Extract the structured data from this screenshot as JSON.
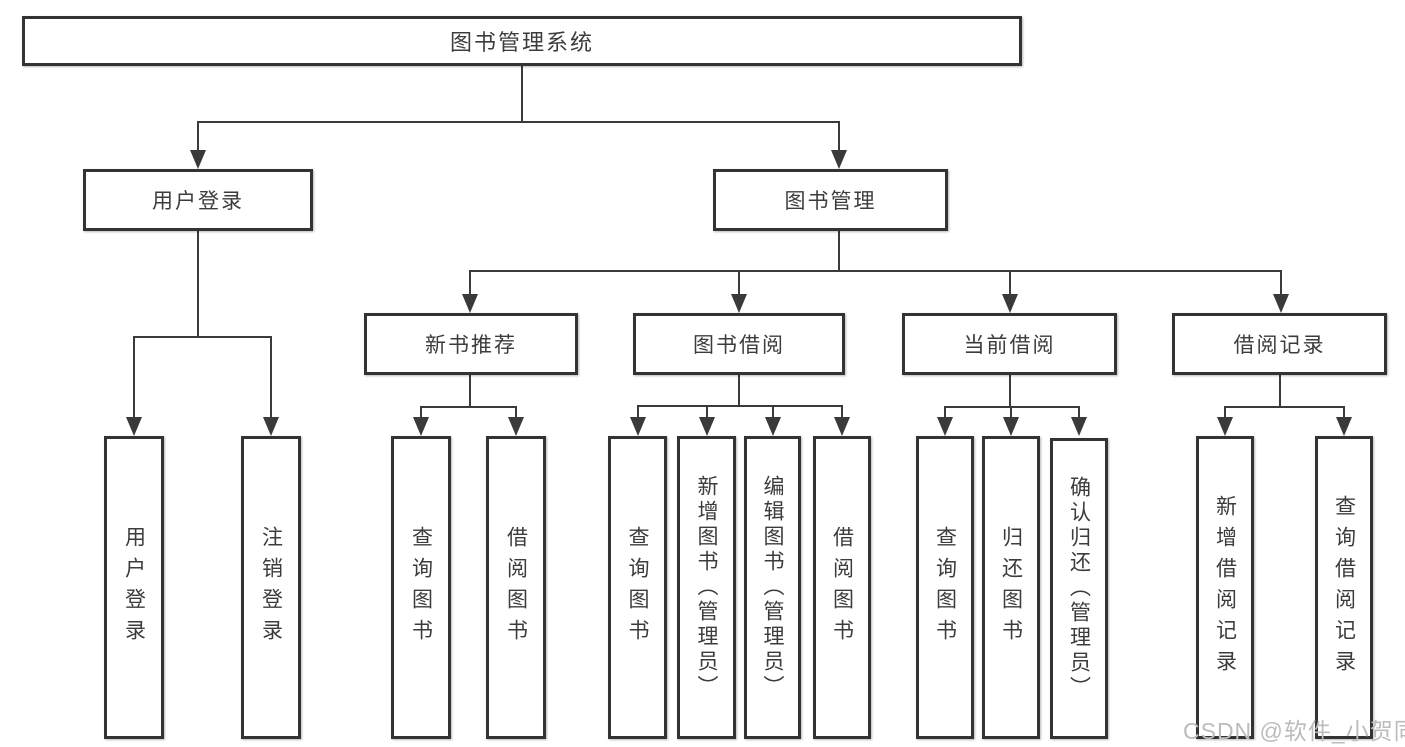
{
  "tree": {
    "root": "图书管理系统",
    "branches": [
      {
        "label": "用户登录",
        "children": [
          {
            "label": "用户登录"
          },
          {
            "label": "注销登录"
          }
        ]
      },
      {
        "label": "图书管理",
        "children": [
          {
            "label": "新书推荐",
            "children": [
              {
                "label": "查询图书"
              },
              {
                "label": "借阅图书"
              }
            ]
          },
          {
            "label": "图书借阅",
            "children": [
              {
                "label": "查询图书"
              },
              {
                "label": "新增图书（管理员）"
              },
              {
                "label": "编辑图书（管理员）"
              },
              {
                "label": "借阅图书"
              }
            ]
          },
          {
            "label": "当前借阅",
            "children": [
              {
                "label": "查询图书"
              },
              {
                "label": "归还图书"
              },
              {
                "label": "确认归还（管理员）"
              }
            ]
          },
          {
            "label": "借阅记录",
            "children": [
              {
                "label": "新增借阅记录"
              },
              {
                "label": "查询借阅记录"
              }
            ]
          }
        ]
      }
    ]
  },
  "watermark": {
    "text": "CSDN @软件_小贺同学"
  },
  "colors": {
    "line": "#3a3a3a",
    "border": "#333333",
    "text": "#3c3c3c",
    "background": "#ffffff",
    "watermark": "#bcbcbc"
  }
}
